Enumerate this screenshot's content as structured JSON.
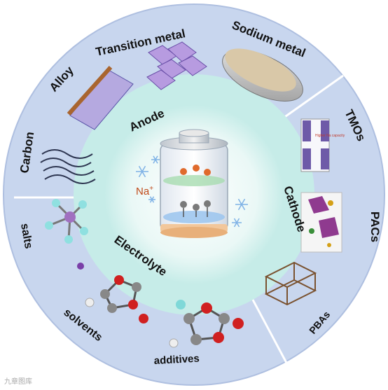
{
  "labels": {
    "transition_metal": "Transition metal",
    "sodium_metal": "Sodium metal",
    "alloy": "Alloy",
    "carbon": "Carbon",
    "tmos": "TMOs",
    "pacs": "PACs",
    "pbas": "PBAs",
    "salts": "salts",
    "solvents": "solvents",
    "additives": "additives",
    "anode": "Anode",
    "cathode": "Cathode",
    "electrolyte": "Electrolyte",
    "na_ion": "Na",
    "na_charge": "+",
    "inset_text": "Higher Na capacity"
  },
  "colors": {
    "outer_ring": "#c8d6ee",
    "outer_ring_edge": "#aebfe0",
    "inner_ring": "#c6ece8",
    "inner_core": "#eaf8f6",
    "divider": "#ffffff",
    "na_label": "#c04a1a",
    "snowflake": "#7fb2e6"
  },
  "watermark": "九章图库"
}
